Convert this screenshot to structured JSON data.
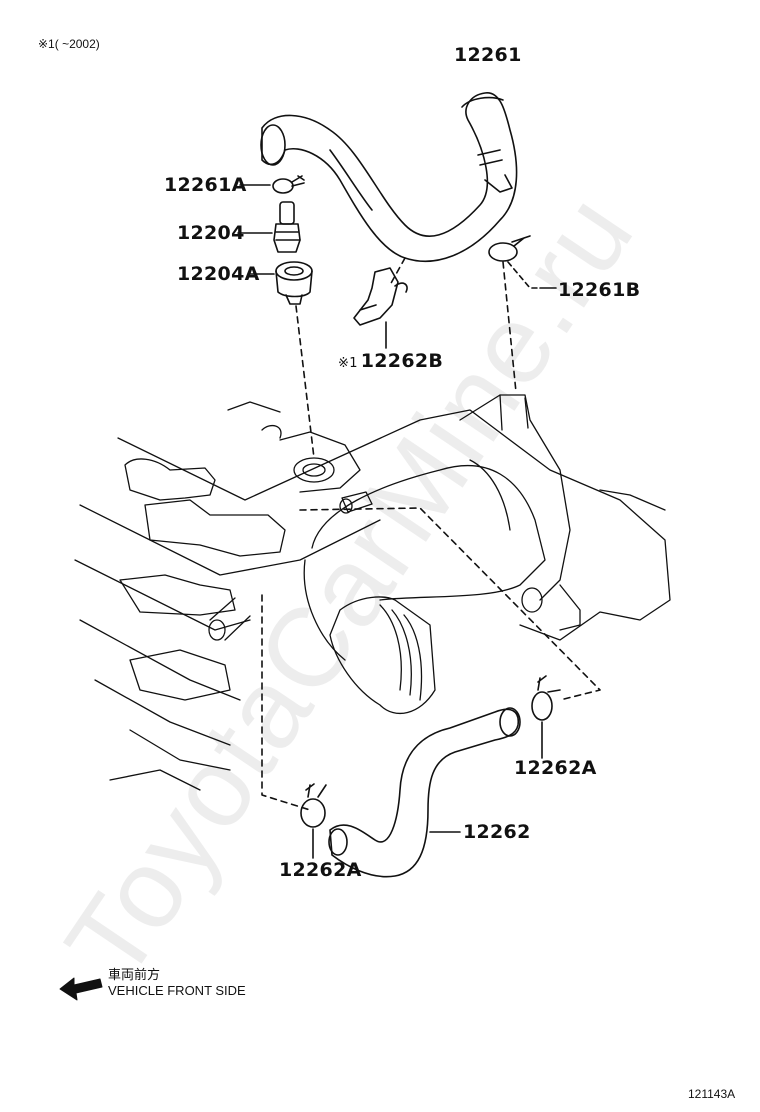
{
  "colors": {
    "line": "#111111",
    "watermark": "rgba(0,0,0,0.07)",
    "background": "#ffffff"
  },
  "header_note": {
    "mark": "※1",
    "text": "(      ~2002)"
  },
  "watermark": "ToyotaCarMine.ru",
  "parts": [
    {
      "id": "hose-upper",
      "number": "12261"
    },
    {
      "id": "clip-upper-left",
      "number": "12261A"
    },
    {
      "id": "pcv-valve",
      "number": "12204"
    },
    {
      "id": "grommet",
      "number": "12204A"
    },
    {
      "id": "clip-upper-right",
      "number": "12261B"
    },
    {
      "id": "bracket",
      "number": "12262B",
      "mark": "※1"
    },
    {
      "id": "hose-lower",
      "number": "12262"
    },
    {
      "id": "clip-lower-right",
      "number": "12262A"
    },
    {
      "id": "clip-lower-left",
      "number": "12262A"
    }
  ],
  "direction": {
    "icon": "arrow-left-icon",
    "label_jp": "車両前方",
    "label_en": "VEHICLE FRONT SIDE"
  },
  "figure_code": "121143A"
}
